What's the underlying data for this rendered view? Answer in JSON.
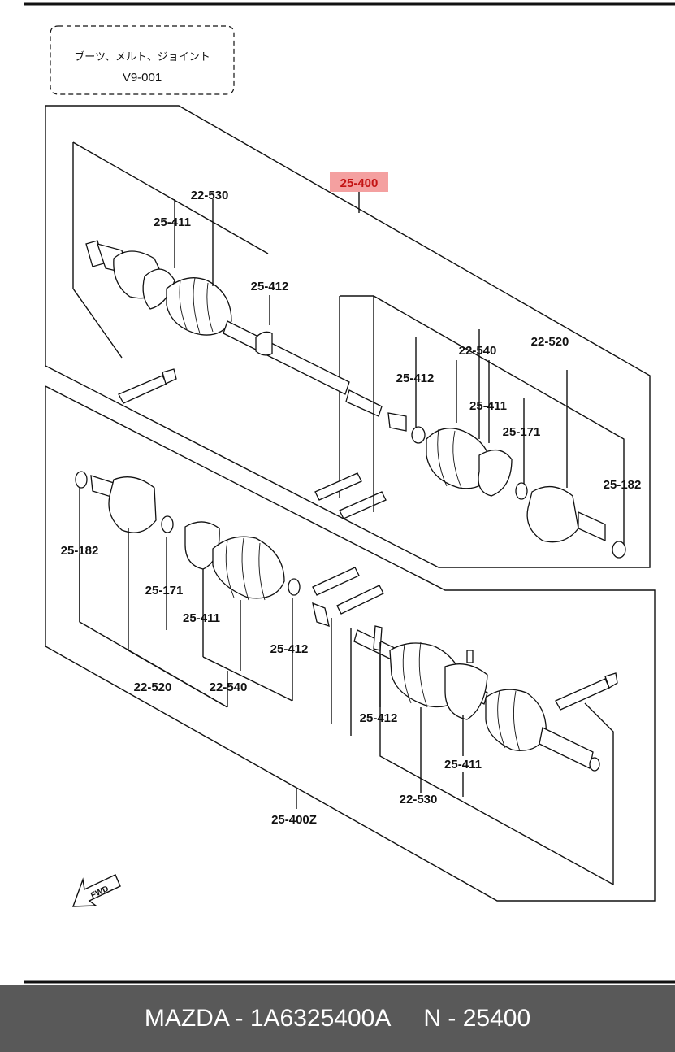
{
  "header_box": {
    "category_jp": "ブーツ、メルト、ジョイント",
    "code": "V9-001"
  },
  "labels": {
    "assembly_main": "25-400",
    "assembly_z": "25-400Z",
    "upper_22_530": "22-530",
    "upper_25_411": "25-411",
    "upper_25_412": "25-412",
    "right_22_540": "22-540",
    "right_22_520": "22-520",
    "right_25_412": "25-412",
    "right_25_411": "25-411",
    "right_25_171": "25-171",
    "right_25_182": "25-182",
    "lower_25_182": "25-182",
    "lower_25_171": "25-171",
    "lower_25_411": "25-411",
    "lower_25_412": "25-412",
    "lower_22_520": "22-520",
    "lower_22_540": "22-540",
    "lower_r_25_412": "25-412",
    "lower_r_25_411": "25-411",
    "lower_r_22_530": "22-530",
    "fwd": "FWD"
  },
  "footer": {
    "text": "MAZDA - 1A6325400A     N - 25400"
  },
  "colors": {
    "highlight": "#f4a0a0",
    "highlight_text": "#c41414",
    "footer_bg": "#595959"
  }
}
